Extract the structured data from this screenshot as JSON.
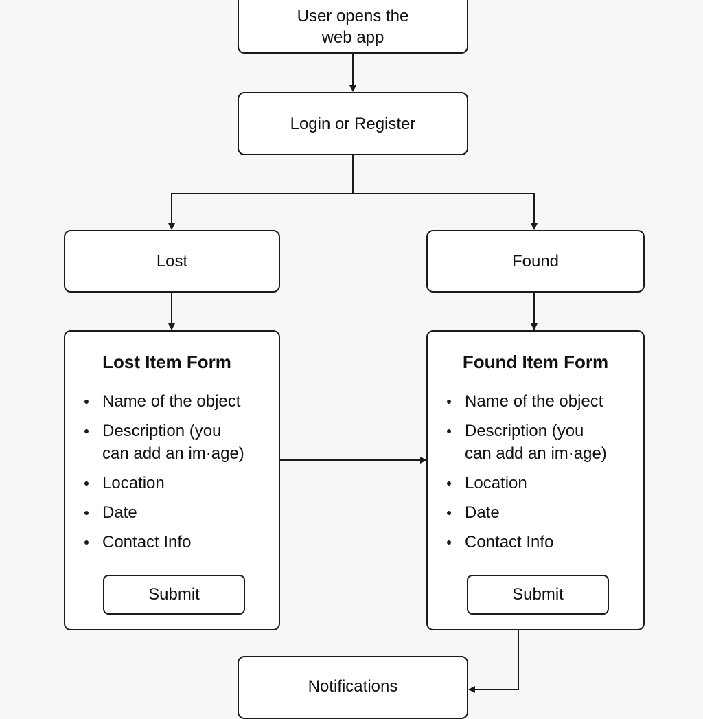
{
  "start": {
    "lines": [
      "User opens the",
      "web app"
    ]
  },
  "auth": {
    "label": "Login or Register"
  },
  "lost": {
    "label": "Lost",
    "form": {
      "title": "Lost Item Form",
      "fields": [
        [
          "Name of the object"
        ],
        [
          "Description (you",
          "can add an im·age)"
        ],
        [
          "Location"
        ],
        [
          "Date"
        ],
        [
          "Contact Info"
        ]
      ],
      "submit_label": "Submit"
    }
  },
  "found": {
    "label": "Found",
    "form": {
      "title": "Found Item Form",
      "fields": [
        [
          "Name of the object"
        ],
        [
          "Description (you",
          "can add an im·age)"
        ],
        [
          "Location"
        ],
        [
          "Date"
        ],
        [
          "Contact Info"
        ]
      ],
      "submit_label": "Submit"
    }
  },
  "notifications": {
    "label": "Notifications"
  },
  "colors": {
    "stroke": "#1a1a1a",
    "background": "#f7f7f7",
    "node_fill": "#ffffff"
  }
}
